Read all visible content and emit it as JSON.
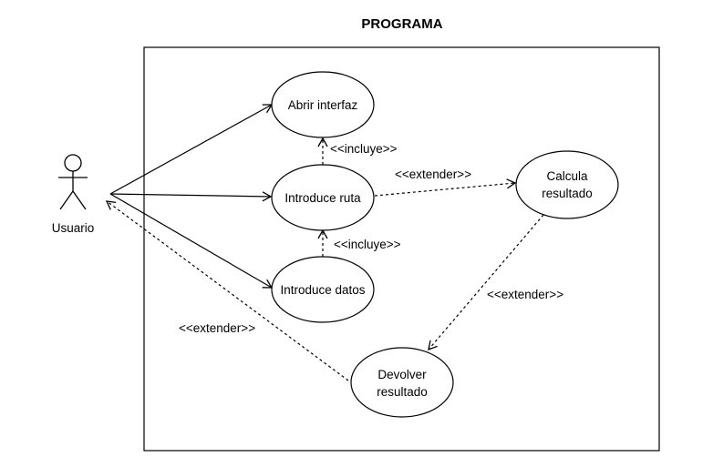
{
  "title": "PROGRAMA",
  "actor": {
    "label": "Usuario"
  },
  "use_cases": {
    "abrir": "Abrir interfaz",
    "ruta": "Introduce ruta",
    "datos": "Introduce datos",
    "calcula": [
      "Calcula",
      "resultado"
    ],
    "devolver": [
      "Devolver",
      "resultado"
    ]
  },
  "relations": {
    "incluye_abrir": "<<incluye>>",
    "incluye_datos": "<<incluye>>",
    "extender_calcula": "<<extender>>",
    "extender_devolver": "<<extender>>",
    "extender_usuario": "<<extender>>"
  },
  "colors": {
    "stroke": "#000000",
    "background": "#ffffff"
  }
}
